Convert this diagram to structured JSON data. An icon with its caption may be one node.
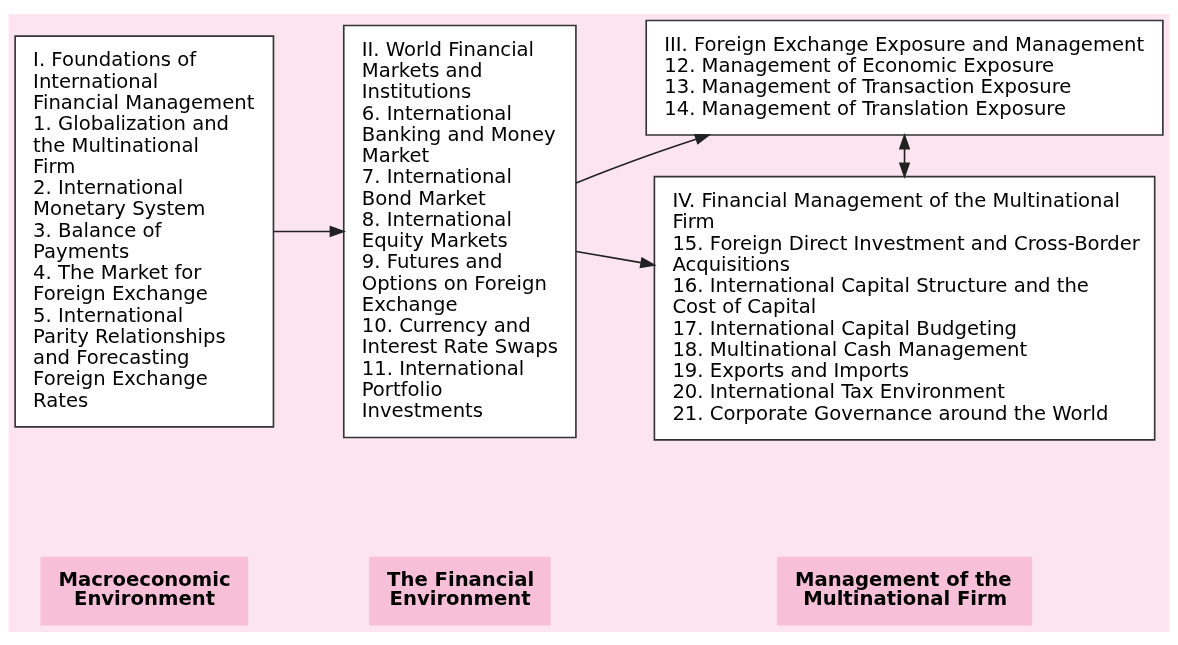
{
  "diagram": {
    "nodes": [
      {
        "text": [
          "I. Foundations of International Financial Management",
          "1. Globalization and the Multinational Firm",
          "2. International Monetary System",
          "3. Balance of Payments",
          "4. The Market for Foreign Exchange",
          "5. International Parity Relationships and Forecasting Foreign Exchange Rates"
        ]
      },
      {
        "text": [
          "II. World Financial Markets and Institutions",
          "6. International Banking and Money Market",
          "7. International Bond Market",
          "8. International Equity Markets",
          "9. Futures and Options on Foreign Exchange",
          "10. Currency and Interest Rate Swaps",
          "11. International Portfolio Investments"
        ]
      },
      {
        "text": [
          "III. Foreign Exchange Exposure and Management",
          "12. Management of Economic Exposure",
          "13. Management of Transaction Exposure",
          "14. Management of Translation Exposure"
        ]
      },
      {
        "text": [
          "IV. Financial Management of the Multinational Firm",
          "15. Foreign Direct Investment and Cross-Border Acquisitions",
          "16. International Capital Structure and the Cost of Capital",
          "17. International Capital Budgeting",
          "18. Multinational Cash Management",
          "19. Exports and Imports",
          "20. International Tax Environment",
          "21. Corporate Governance around the World"
        ]
      }
    ],
    "edges": [
      {
        "from": 0,
        "to": 1,
        "arrow": "to"
      },
      {
        "from": 1,
        "to": 2,
        "arrow": "to"
      },
      {
        "from": 1,
        "to": 3,
        "arrow": "to"
      },
      {
        "from": 2,
        "to": 3,
        "arrow": "both"
      }
    ],
    "labels": [
      "Macroeconomic Environment",
      "The Financial Environment",
      "Management of the Multinational Firm"
    ]
  }
}
